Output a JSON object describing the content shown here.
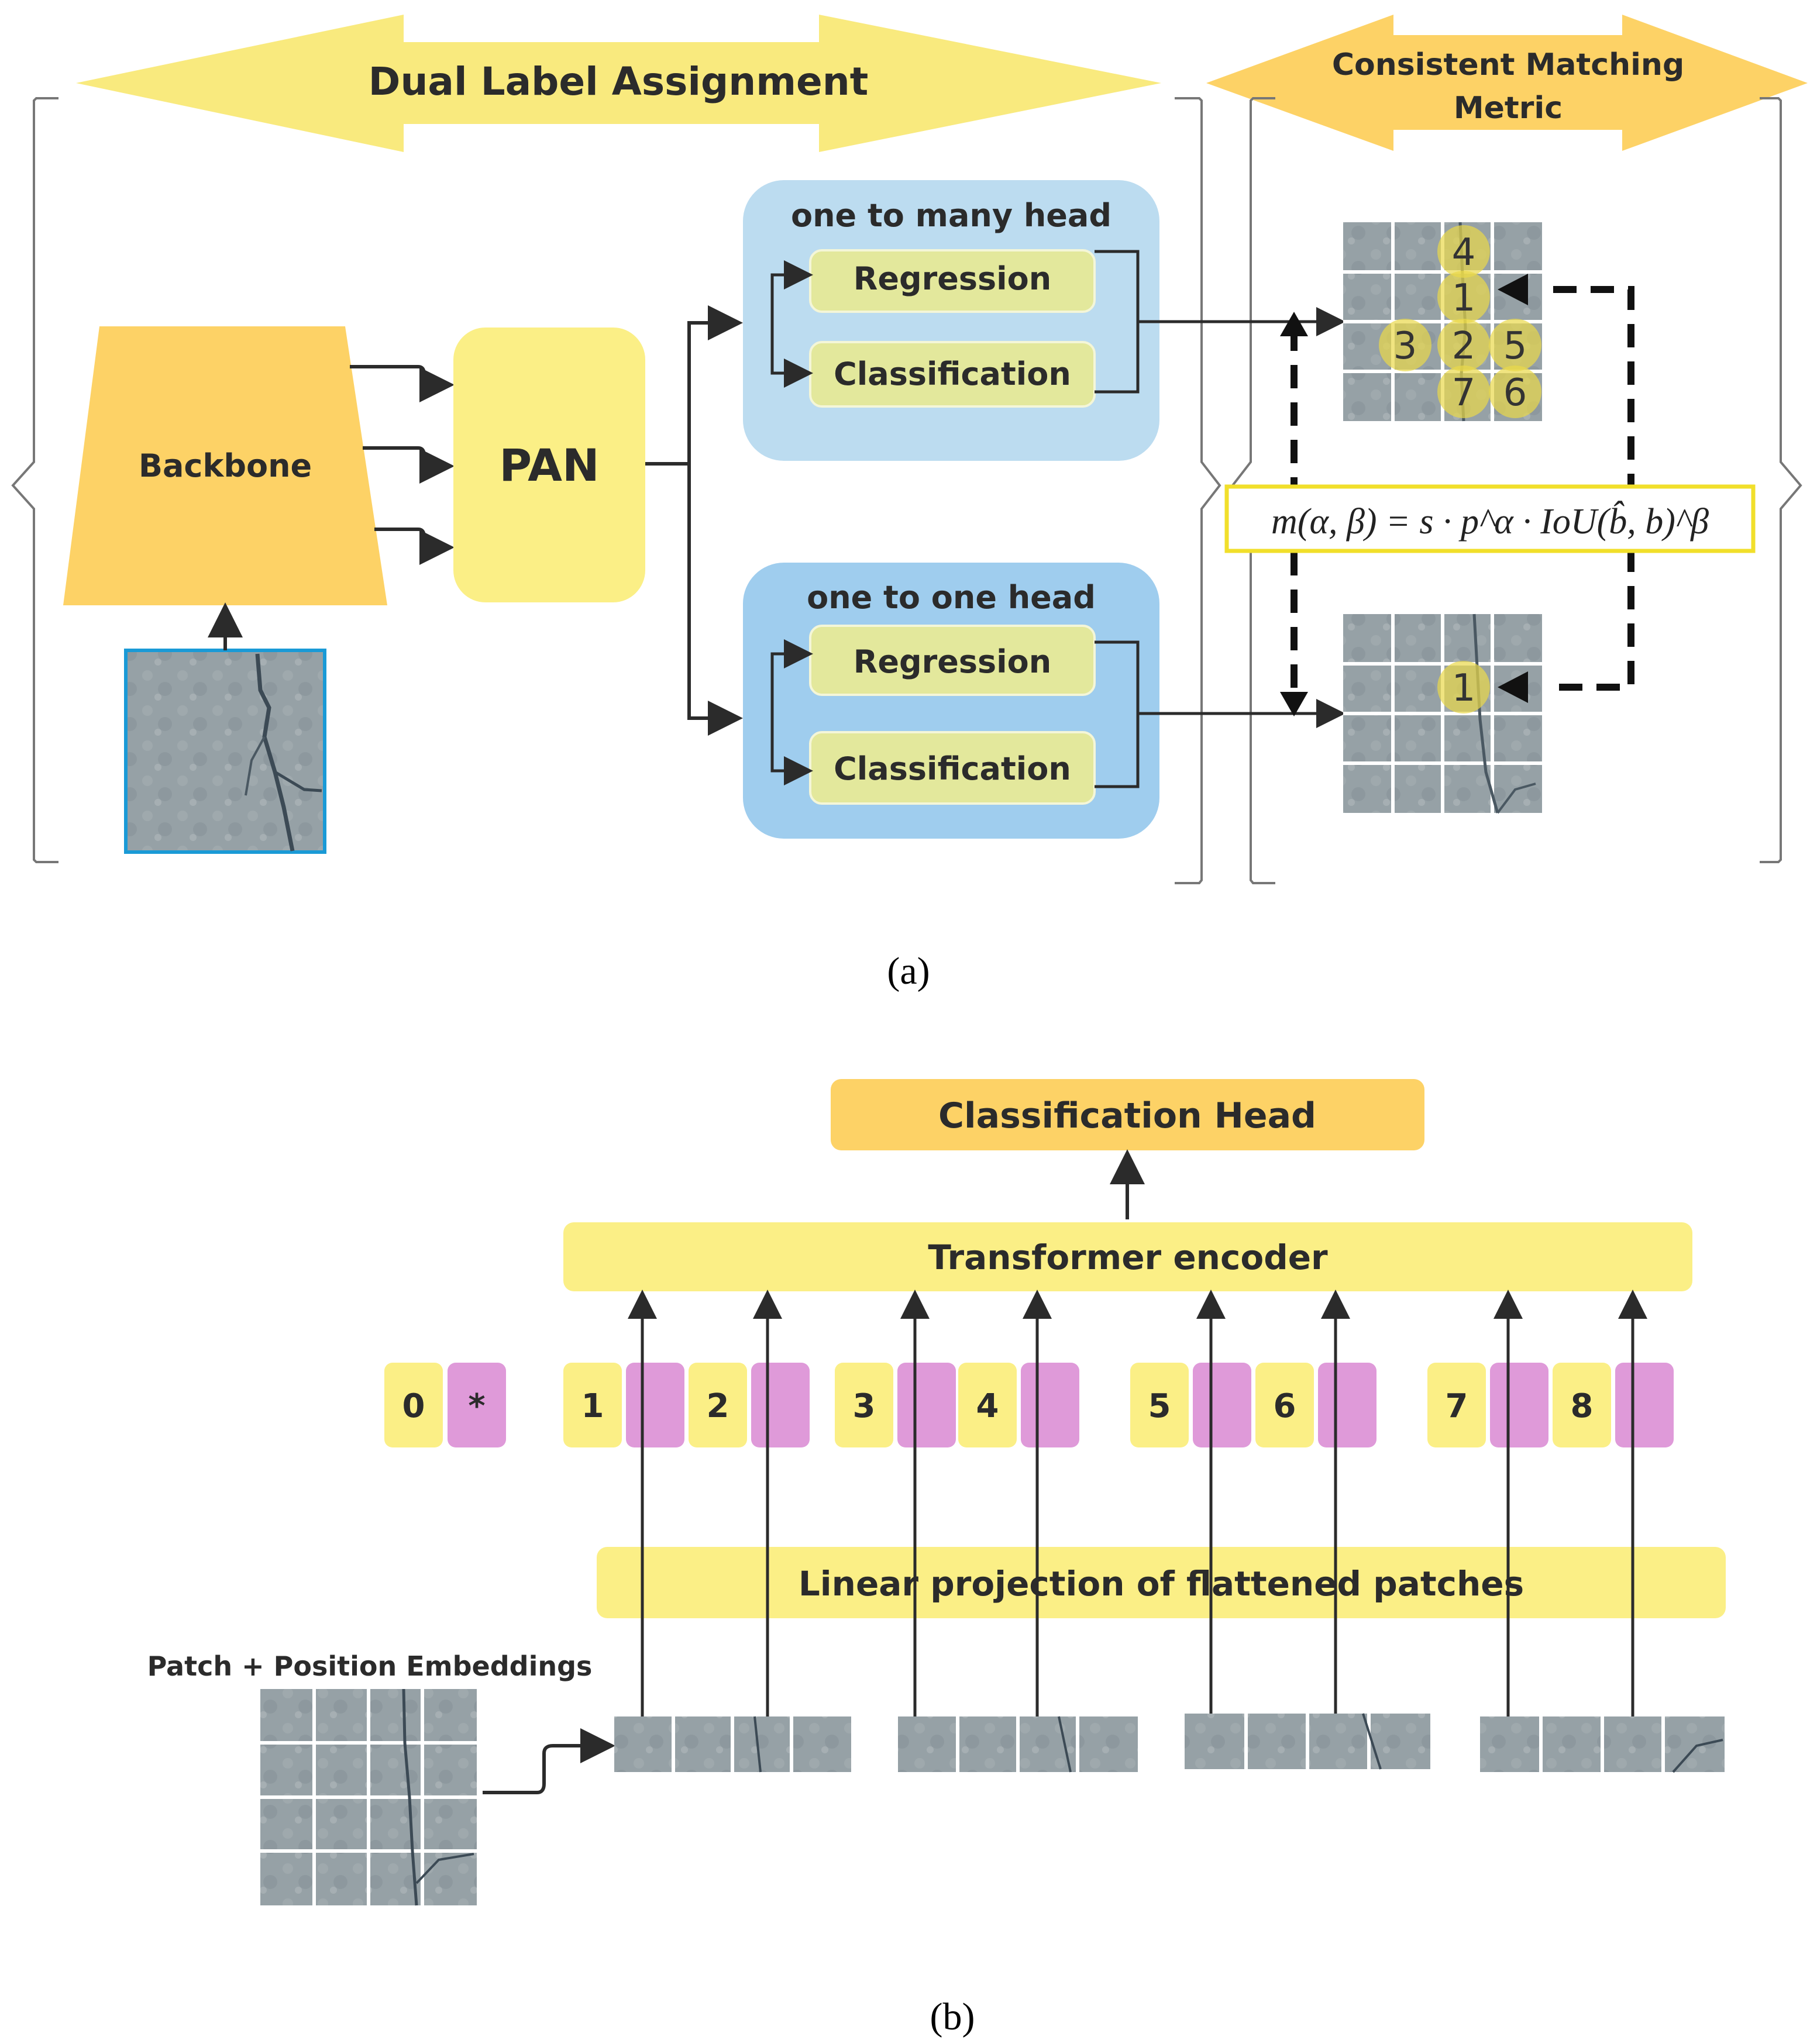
{
  "part_a": {
    "dual_label": "Dual Label Assignment",
    "matching_line1": "Consistent Matching",
    "matching_line2": "Metric",
    "backbone": "Backbone",
    "pan": "PAN",
    "o2m_title": "one to many head",
    "o2o_title": "one to one head",
    "regression": "Regression",
    "classification": "Classification",
    "metric_formula": "m(α, β) = s · p^α · IoU(b̂, b)^β",
    "grid_numbers": [
      "4",
      "1",
      "3",
      "2",
      "5",
      "7",
      "6"
    ],
    "o2o_number": "1",
    "caption": "(a)"
  },
  "part_b": {
    "classification_head": "Classification Head",
    "transformer_encoder": "Transformer encoder",
    "linear_projection": "Linear projection of flattened patches",
    "patch_embeddings": "Patch + Position Embeddings",
    "tokens": [
      "0",
      "1",
      "2",
      "3",
      "4",
      "5",
      "6",
      "7",
      "8"
    ],
    "class_token": "*",
    "caption": "(b)"
  },
  "colors": {
    "arrow_yellow": "#f9ea7e",
    "orange": "#fdd266",
    "pale_yellow": "#fbef86",
    "head_blue": "#bcdcf0",
    "head_blue_dark": "#9fcdee",
    "inner_green": "#e3e89c",
    "pink": "#df9ad9",
    "patch_gray": "#8f9aa0",
    "image_border": "#1a9ad6"
  }
}
